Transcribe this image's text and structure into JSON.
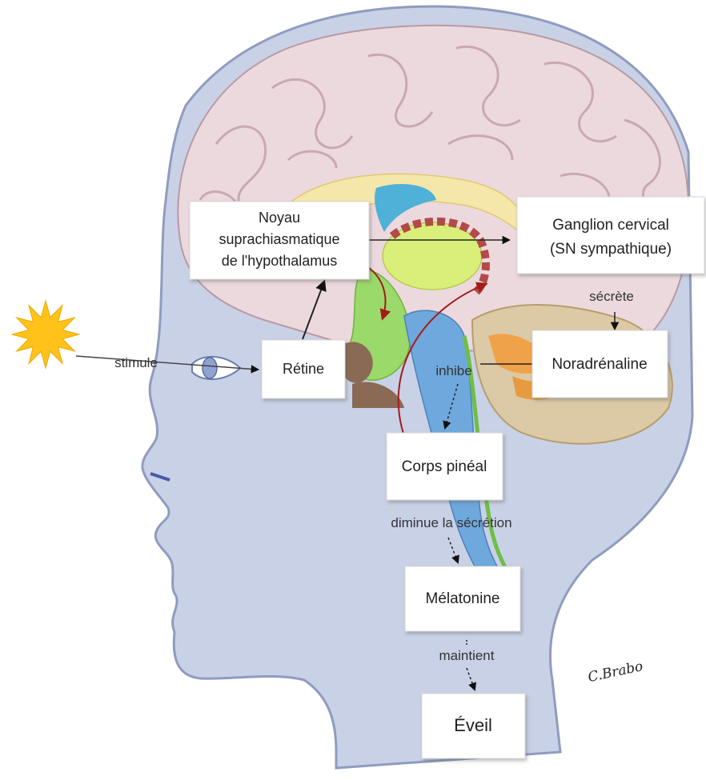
{
  "nodes": {
    "noyau": {
      "lines": [
        "Noyau",
        "suprachiasmatique",
        "de l'hypothalamus"
      ]
    },
    "ganglion": {
      "lines": [
        "Ganglion cervical",
        "(SN sympathique)"
      ]
    },
    "retine": {
      "label": "Rétine"
    },
    "noradrenaline": {
      "label": "Noradrénaline"
    },
    "corps_pineal": {
      "label": "Corps pinéal"
    },
    "melatonine": {
      "label": "Mélatonine"
    },
    "eveil": {
      "label": "Éveil"
    }
  },
  "edges": {
    "stimule": "stimule",
    "secrete": "sécrète",
    "inhibe": "inhibe",
    "diminue": "diminue la sécrétion",
    "maintient": "maintient"
  },
  "signature": "C.Brabo",
  "colors": {
    "head": "#c9d1e6",
    "head_stroke": "#8f9cc0",
    "brain": "#ecd9dd",
    "brain_stroke": "#b89aa2",
    "cerebellum": "#dcc9a6",
    "hypothalamus": "#9bd96a",
    "thalamus": "#d9ef7a",
    "ventricle": "#4fb0d8",
    "callosum": "#f5e6a9",
    "brainstem": "#6fa8dc",
    "sun": "#ffc21a",
    "red_arrow": "#a31b1b",
    "box_fill": "#ffffff",
    "box_stroke": "#d8d8d8"
  }
}
